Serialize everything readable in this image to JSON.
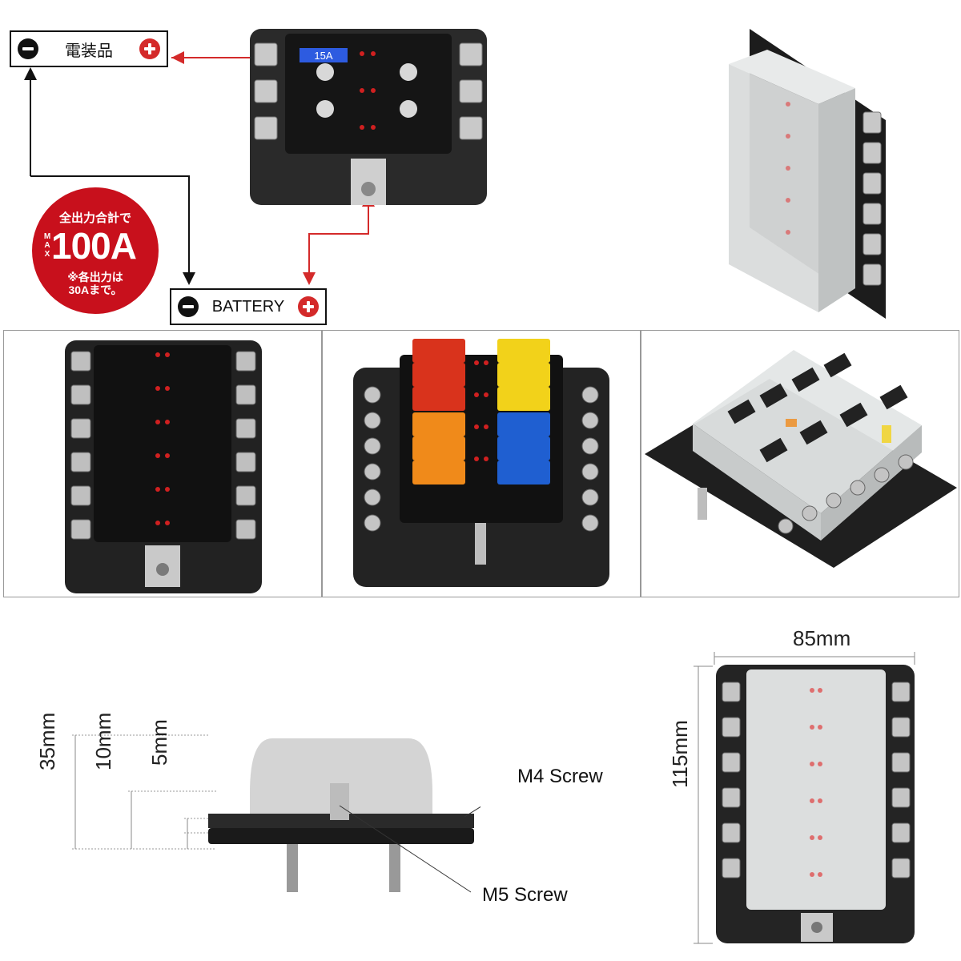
{
  "top_diagram": {
    "accessory_label": "電装品",
    "battery_label": "BATTERY",
    "fuse_rating": "15A",
    "wire_color": "#d42a2a"
  },
  "badge": {
    "line1": "全出力合計で",
    "max": "MAX",
    "value": "100A",
    "note_line1": "※各出力は",
    "note_line2": "30Aまで。",
    "color": "#c8101c"
  },
  "dimensions": {
    "width": "85mm",
    "height": "115mm",
    "total_height": "35mm",
    "height_10": "10mm",
    "height_5": "5mm",
    "m4_screw": "M4 Screw",
    "m5_screw": "M5 Screw"
  },
  "fuse_colors": {
    "red": "#d9331c",
    "yellow": "#f2d21a",
    "orange": "#f08a1a",
    "blue": "#1f5fd1"
  }
}
